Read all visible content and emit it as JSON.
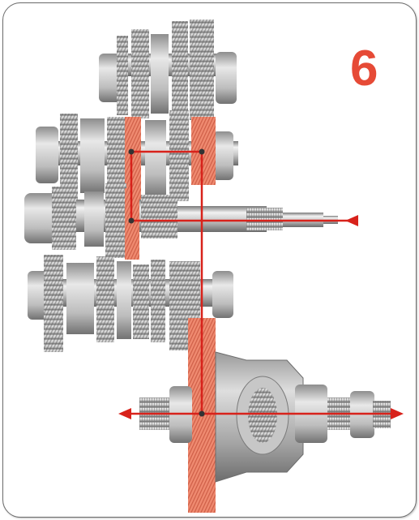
{
  "panel": {
    "step_number": "6"
  },
  "colors": {
    "accent": "#e64a36",
    "power_path": "#d8221b",
    "active_gear": "#ee8068",
    "steel_light": "#e4e4e4",
    "steel_mid": "#a9a9a9",
    "steel_dark": "#6e6e6e",
    "frame_border": "#6b6b6b"
  },
  "diagram": {
    "description_items": [
      "upper-shaft",
      "input-shaft",
      "output-shaft-upper",
      "output-shaft-lower",
      "final-drive-gear",
      "differential"
    ],
    "icons": [
      "power-flow-arrow-icon"
    ]
  }
}
